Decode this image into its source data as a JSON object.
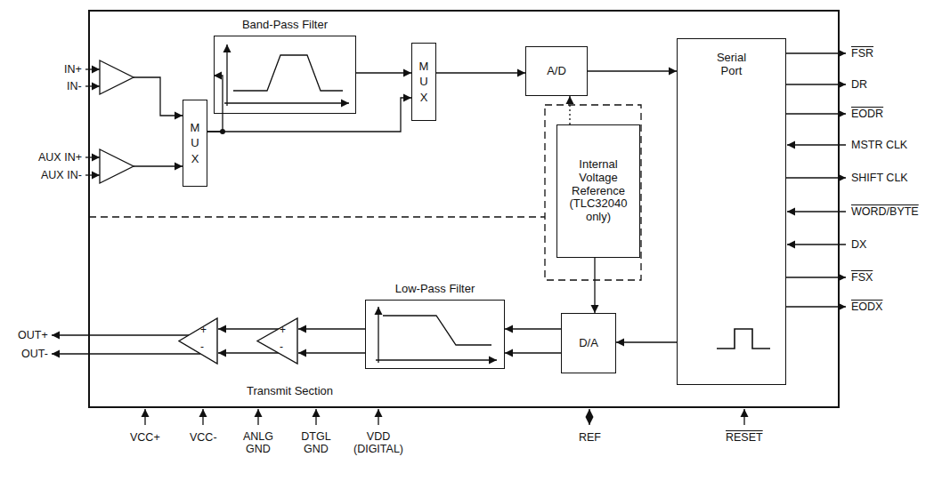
{
  "diagram": {
    "nodes": [
      {
        "text": [
          "Band-Pass Filter"
        ]
      },
      {
        "text": [
          "M U X"
        ]
      },
      {
        "text": [
          "M U X"
        ]
      },
      {
        "text": [
          "A/D"
        ]
      },
      {
        "text": [
          "Serial Port"
        ]
      },
      {
        "text": [
          "Internal Voltage Reference (TLC32040 only)"
        ]
      },
      {
        "text": [
          "Low-Pass Filter"
        ]
      },
      {
        "text": [
          "D/A"
        ]
      },
      {
        "text": [
          "+",
          "-"
        ]
      },
      {
        "text": [
          "+",
          "-"
        ]
      }
    ],
    "edges": [
      {
        "from": 1,
        "to": 0,
        "arrow": "to"
      },
      {
        "from": 1,
        "to": 2,
        "arrow": "to"
      },
      {
        "from": 0,
        "to": 2,
        "arrow": "to"
      },
      {
        "from": 2,
        "to": 3,
        "arrow": "to"
      },
      {
        "from": 3,
        "to": 4,
        "arrow": "to"
      },
      {
        "from": 5,
        "to": 3,
        "arrow": "to"
      },
      {
        "from": 5,
        "to": 7,
        "arrow": "to"
      },
      {
        "from": 4,
        "to": 7,
        "arrow": "to"
      },
      {
        "from": 7,
        "to": 6,
        "arrow": "to"
      },
      {
        "from": 7,
        "to": 6,
        "arrow": "to"
      },
      {
        "from": 6,
        "to": 8,
        "arrow": "to"
      },
      {
        "from": 6,
        "to": 8,
        "arrow": "to"
      },
      {
        "from": 8,
        "to": 9,
        "arrow": "to"
      },
      {
        "from": 8,
        "to": 9,
        "arrow": "to"
      }
    ],
    "labels": [
      "IN+",
      "IN-",
      "AUX IN+",
      "AUX IN-",
      "OUT+",
      "OUT-",
      "Transmit Section",
      "FSR",
      "DR",
      "EODR",
      "MSTR CLK",
      "SHIFT CLK",
      "WORD/BYTE",
      "DX",
      "FSX",
      "EODX",
      "VCC+",
      "VCC-",
      "ANLG GND",
      "DTGL GND",
      "VDD (DIGITAL)",
      "REF",
      "RESET"
    ]
  }
}
